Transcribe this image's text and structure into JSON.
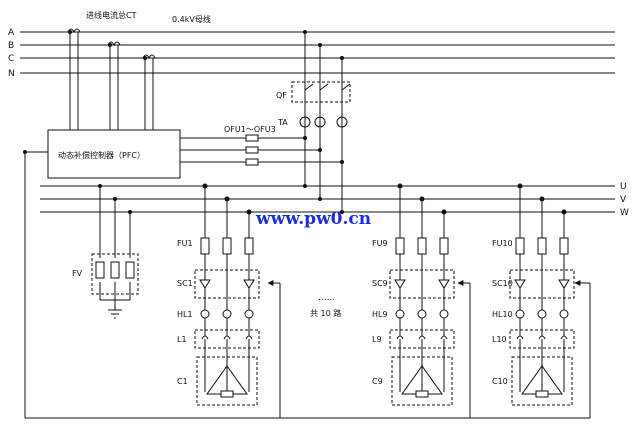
{
  "incoming_bus": {
    "phases": [
      "A",
      "B",
      "C",
      "N"
    ],
    "ct_label": "进线电流总CT",
    "bus_label": "0.4kV母线"
  },
  "breaker": {
    "qf": "QF",
    "ta": "TA",
    "fuse_range": "OFU1～OFU3"
  },
  "controller": {
    "label": "动态补偿控制器（PFC）"
  },
  "output_bus": {
    "phases": [
      "U",
      "V",
      "W"
    ]
  },
  "watermark": "www.pw0.cn",
  "arrester": {
    "label": "FV"
  },
  "branch_note": {
    "dots": "......",
    "text": "共 10 路"
  },
  "branches": [
    {
      "fu": "FU1",
      "sc": "SC1",
      "hl": "HL1",
      "l": "L1",
      "c": "C1"
    },
    {
      "fu": "FU9",
      "sc": "SC9",
      "hl": "HL9",
      "l": "L9",
      "c": "C9"
    },
    {
      "fu": "FU10",
      "sc": "SC10",
      "hl": "HL10",
      "l": "L10",
      "c": "C10"
    }
  ],
  "colors": {
    "line": "#111111",
    "watermark": "#1a2fd6"
  }
}
